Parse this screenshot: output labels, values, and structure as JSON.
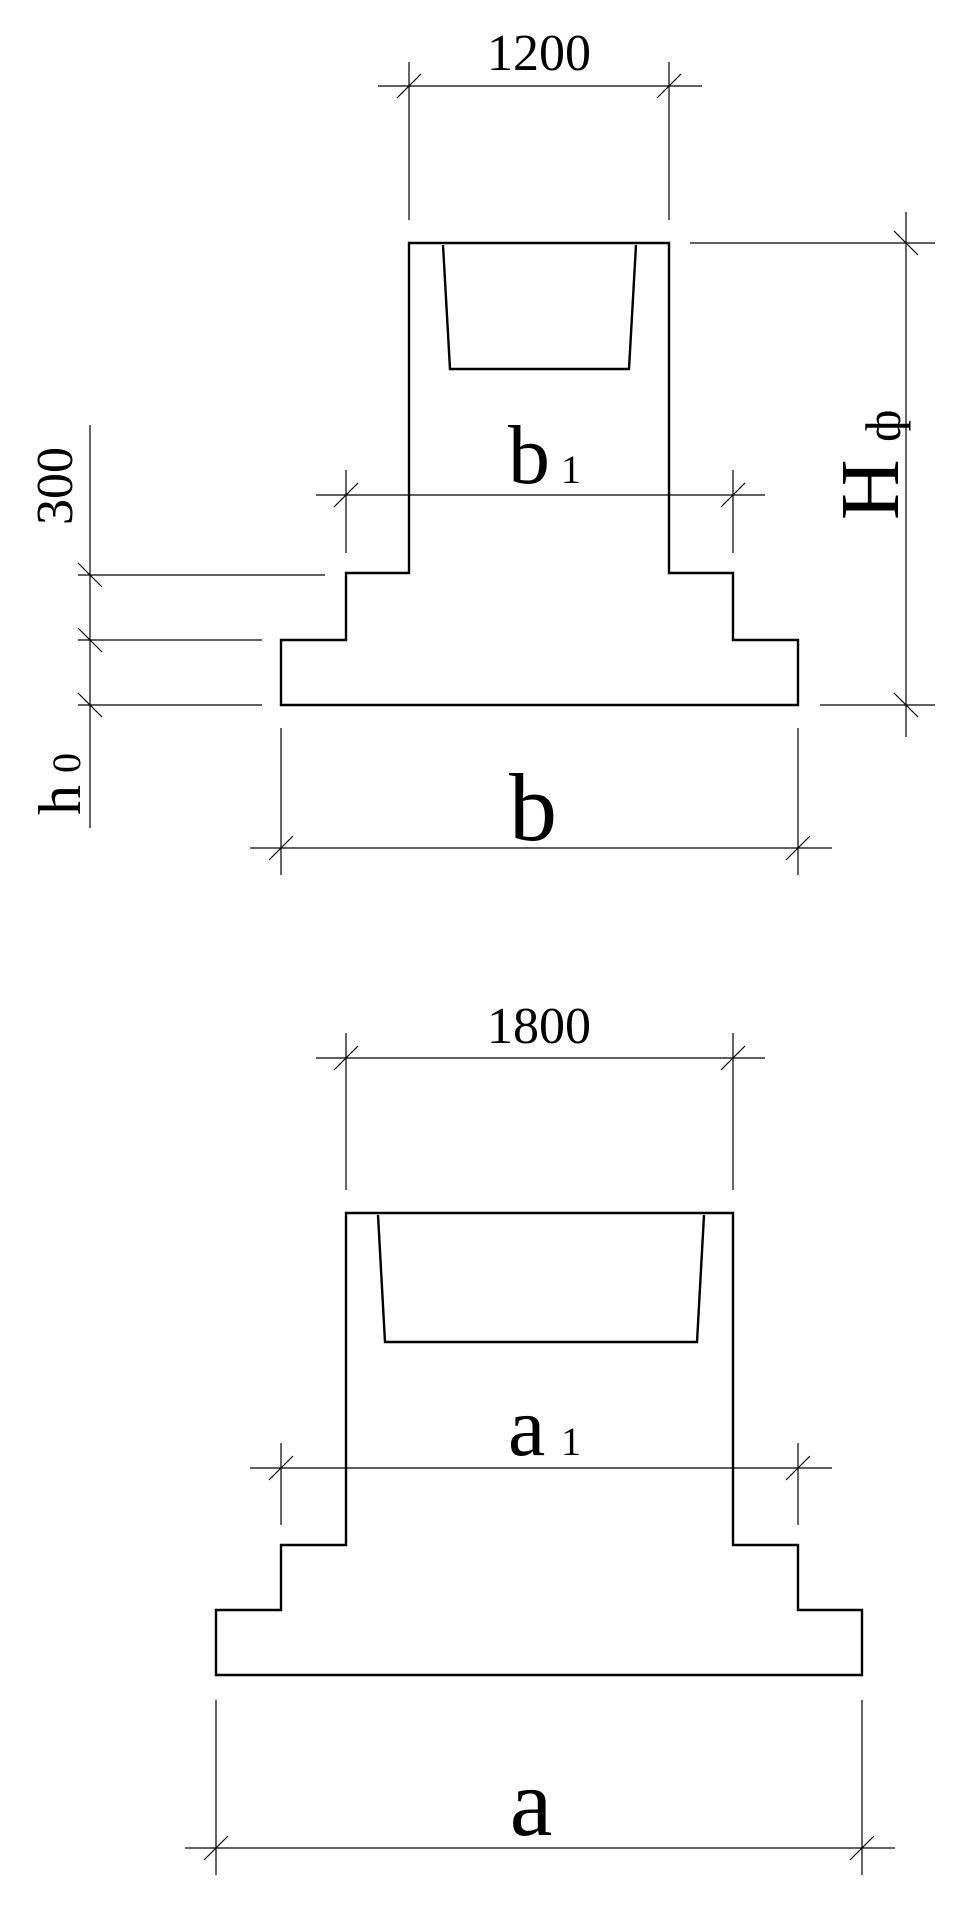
{
  "colors": {
    "line": "#000000",
    "background": "#ffffff"
  },
  "section_b": {
    "top_width": "1200",
    "b1_main": "b",
    "b1_sub": "1",
    "step_height": "300",
    "h0_main": "h",
    "h0_sub": "0",
    "b": "b",
    "H_main": "H",
    "H_sub": "ф"
  },
  "section_a": {
    "top_width": "1800",
    "a1_main": "a",
    "a1_sub": "1",
    "a": "a"
  }
}
